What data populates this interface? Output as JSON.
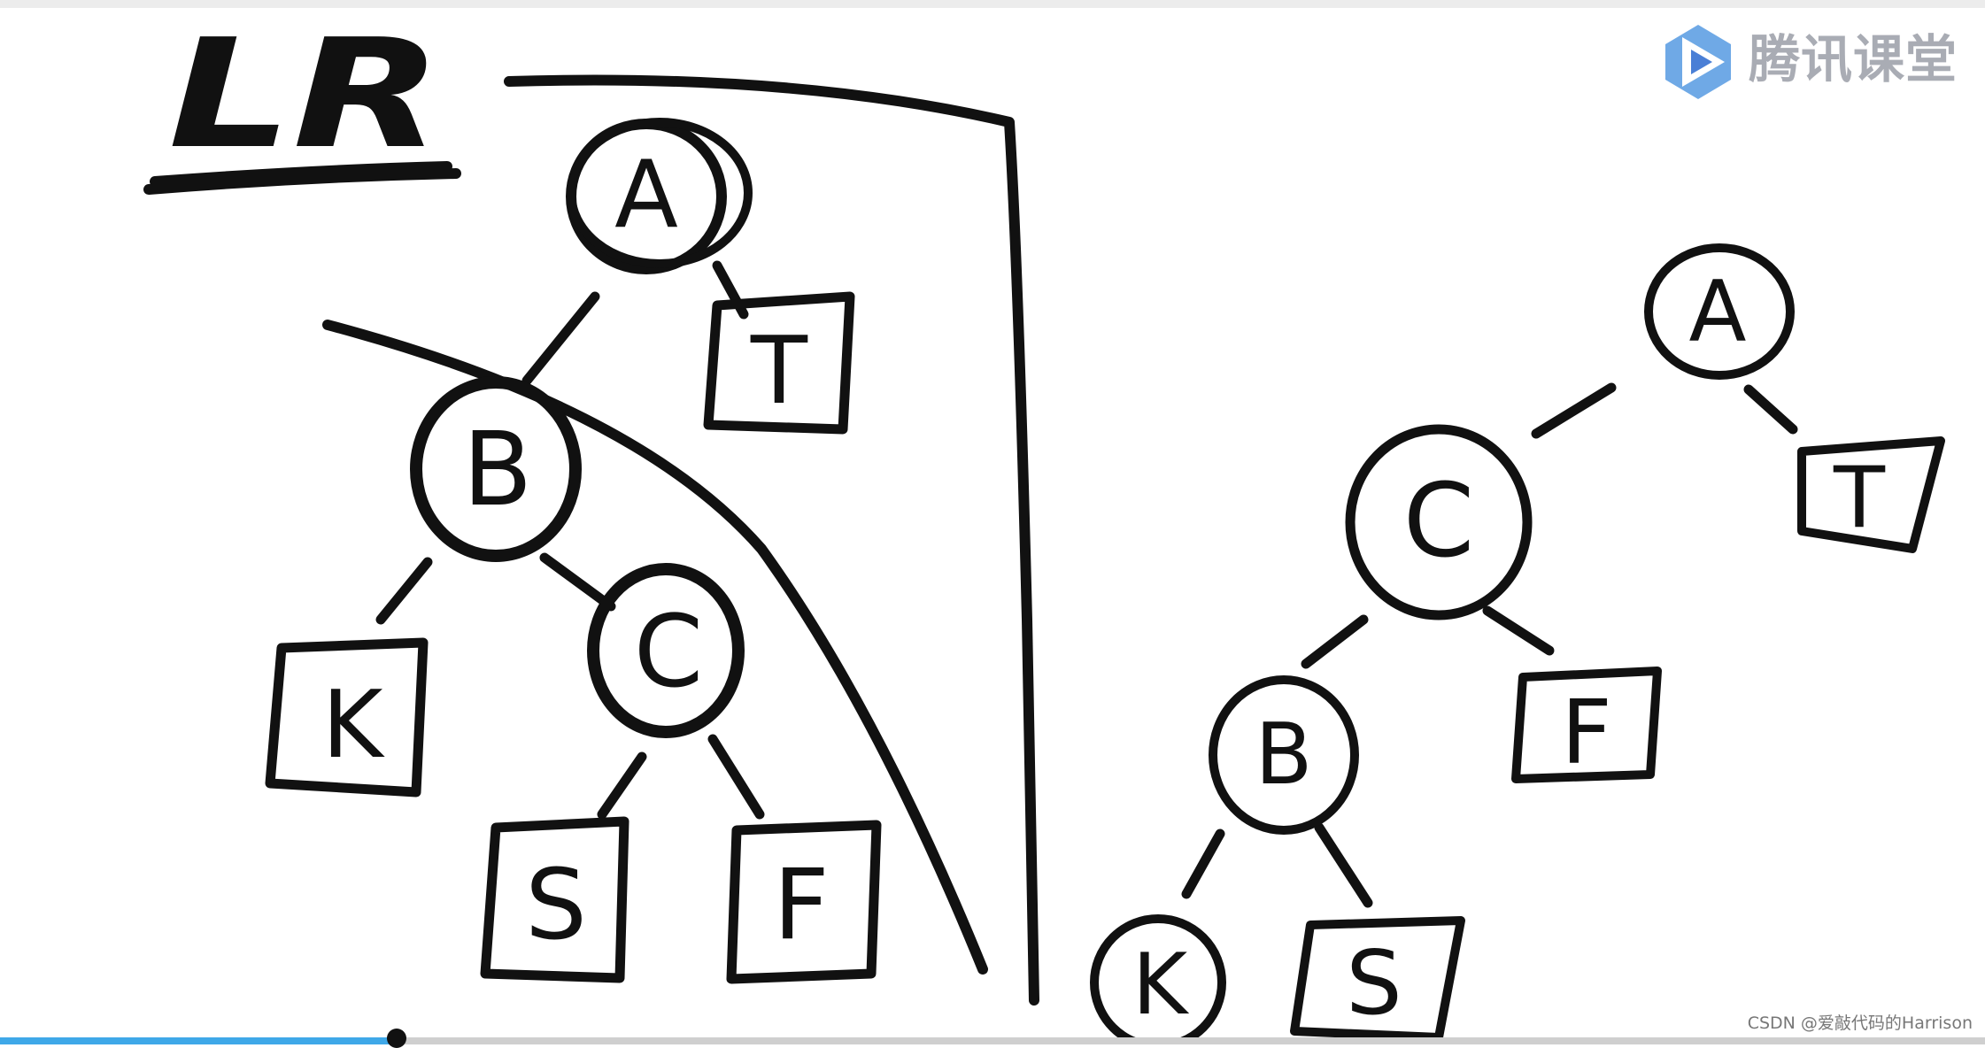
{
  "heading": "LR",
  "brand": {
    "name": "腾讯课堂",
    "icon": "play-icon"
  },
  "watermark": "CSDN @爱敲代码的Harrison",
  "playback": {
    "progress_percent": 20
  },
  "tree_left": {
    "nodes": [
      "A",
      "T",
      "B",
      "K",
      "C",
      "S",
      "F"
    ]
  },
  "tree_right": {
    "nodes": [
      "A",
      "T",
      "C",
      "F",
      "B",
      "K",
      "S"
    ]
  },
  "colors": {
    "ink": "#111111",
    "brand": "#a9acb4",
    "progress": "#3fa8e8"
  }
}
